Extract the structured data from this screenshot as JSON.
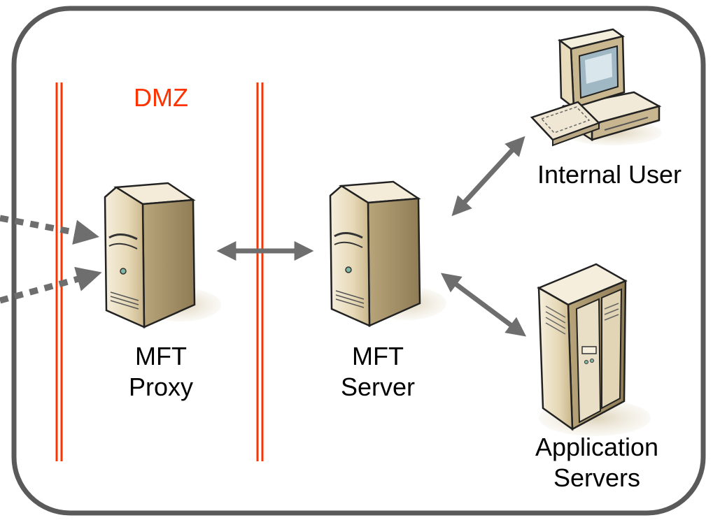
{
  "labels": {
    "dmz": "DMZ",
    "internal_user": "Internal User",
    "mft_proxy_line1": "MFT",
    "mft_proxy_line2": "Proxy",
    "mft_server_line1": "MFT",
    "mft_server_line2": "Server",
    "app_servers_line1": "Application",
    "app_servers_line2": "Servers"
  },
  "colors": {
    "firewall": "#ff3300",
    "frame": "#5a5a5a",
    "arrow": "#6e6e6e",
    "server_body": "#e8dcc0",
    "server_shade": "#b8a67c"
  },
  "icons": [
    "desktop-computer-icon",
    "tower-server-icon",
    "tower-server-icon",
    "rack-server-icon"
  ]
}
